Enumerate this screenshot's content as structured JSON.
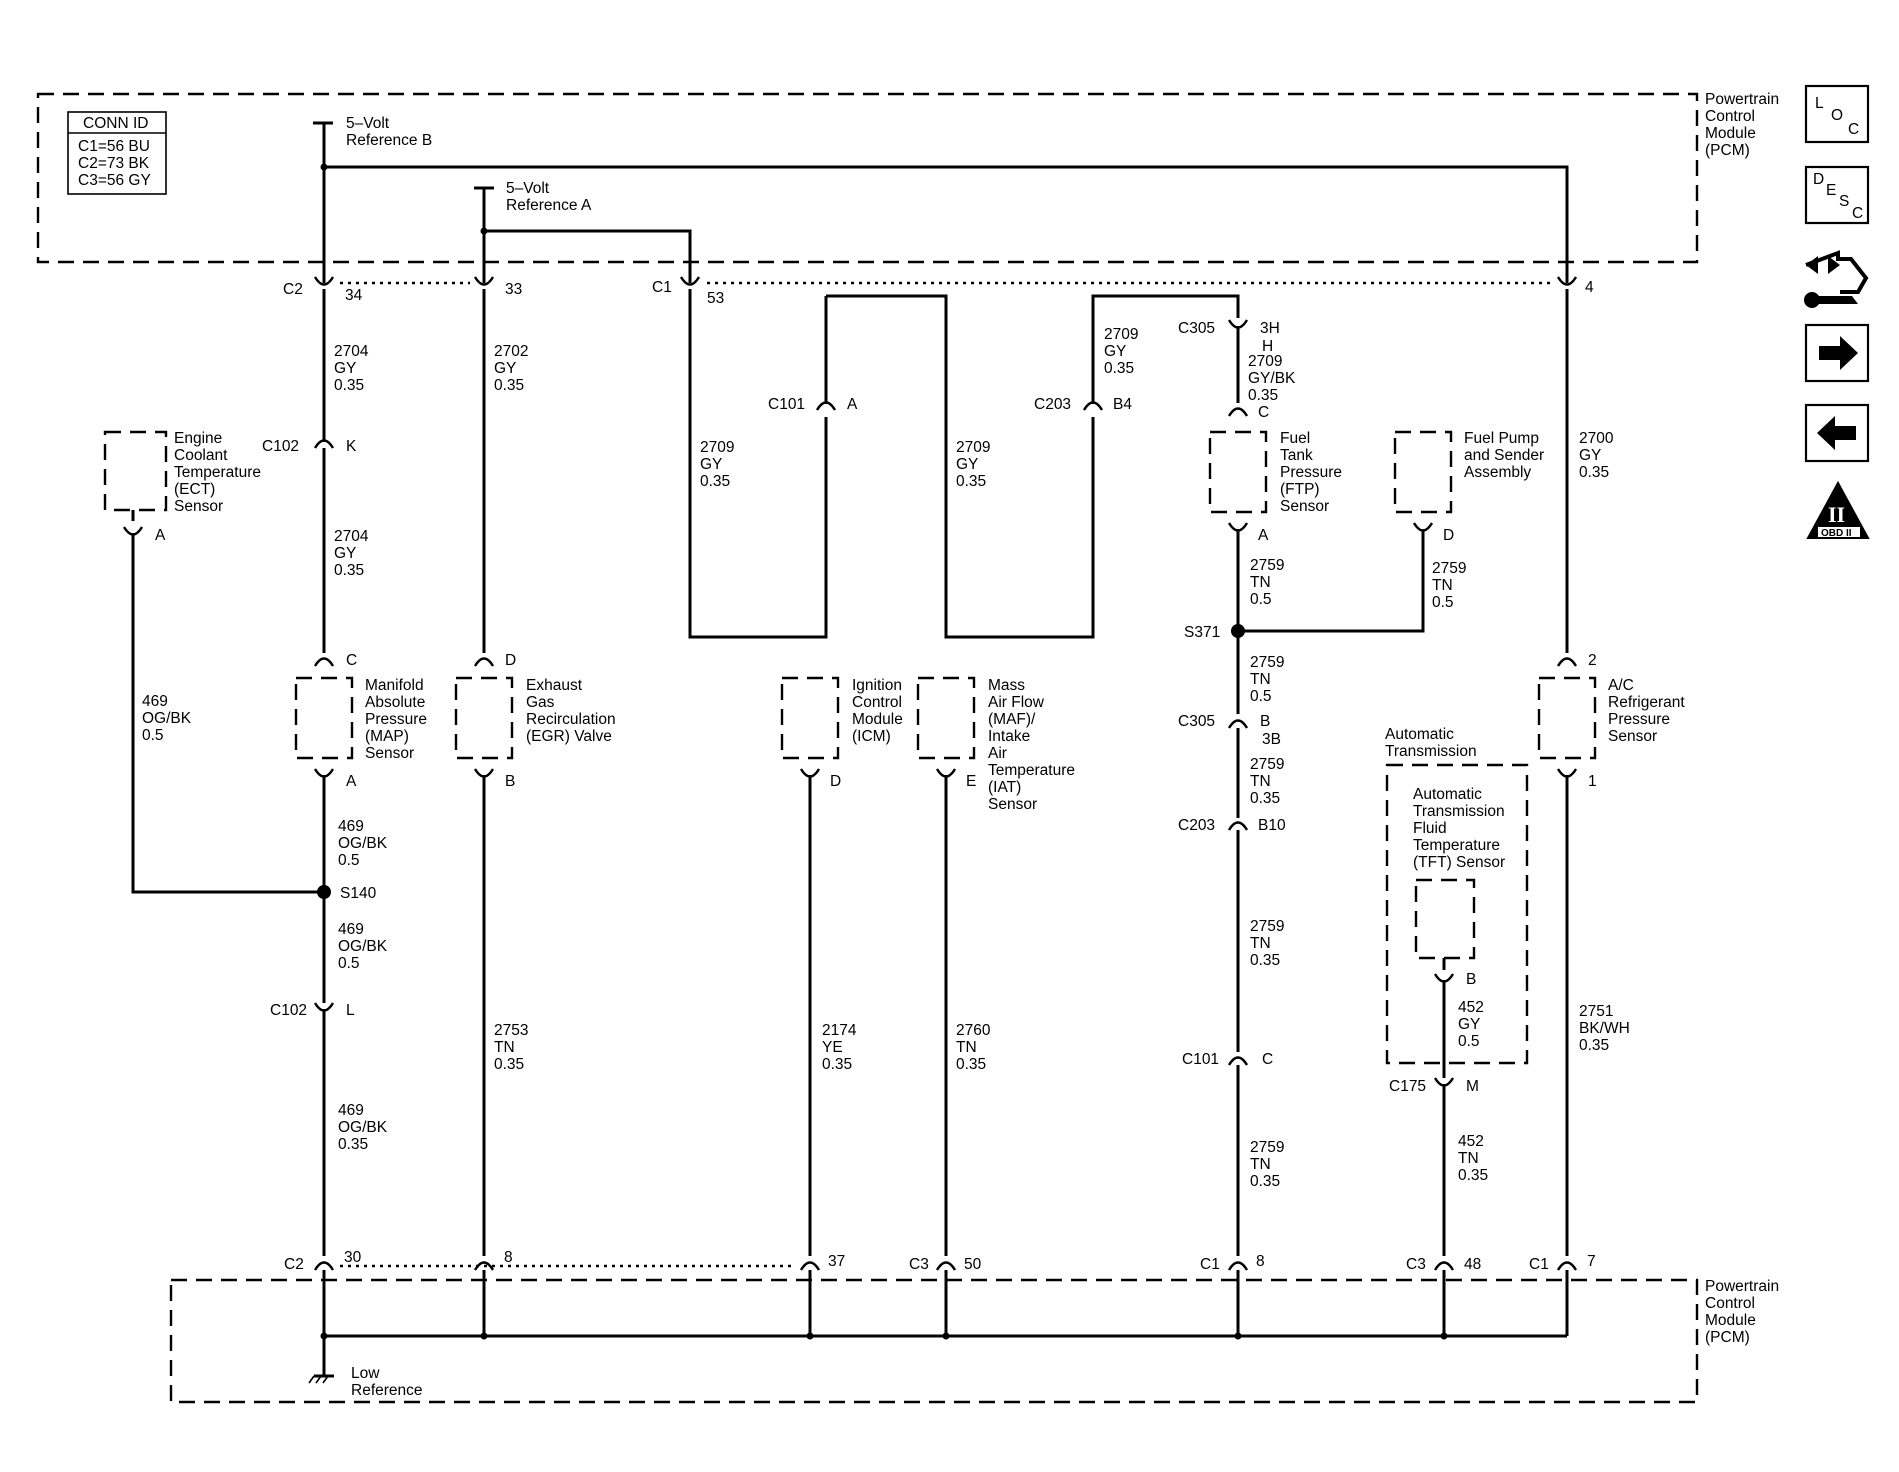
{
  "pcm_top": {
    "label": "Powertrain Control Module (PCM)"
  },
  "pcm_bottom": {
    "label": "Powertrain Control Module (PCM)"
  },
  "conn_id": {
    "title": "CONN ID",
    "rows": [
      "C1=56 BU",
      "C2=73 BK",
      "C3=56 GY"
    ]
  },
  "refs": {
    "ref_b": "5–Volt Reference B",
    "ref_a": "5–Volt Reference A",
    "low_ref": "Low Reference"
  },
  "components": {
    "ect": "Engine Coolant Temperature (ECT) Sensor",
    "map": "Manifold Absolute Pressure (MAP) Sensor",
    "egr": "Exhaust Gas Recirculation (EGR) Valve",
    "icm": "Ignition Control Module (ICM)",
    "maf": "Mass Air Flow (MAF)/ Intake Air Temperature (IAT) Sensor",
    "ftp": "Fuel Tank Pressure (FTP) Sensor",
    "fuel_pump": "Fuel Pump and Sender Assembly",
    "ac": "A/C Refrigerant Pressure Sensor",
    "auto_trans": "Automatic Transmission",
    "tft": "Automatic Transmission Fluid Temperature (TFT) Sensor"
  },
  "connectors": {
    "top_c2": "C2",
    "top_c2_34": "34",
    "top_33": "33",
    "top_c1": "C1",
    "top_c1_53": "53",
    "top_4": "4",
    "c102_k": "C102",
    "pin_k": "K",
    "c102_l": "C102",
    "pin_l": "L",
    "pin_c_map": "C",
    "pin_a_map": "A",
    "pin_d_egr": "D",
    "pin_b_egr": "B",
    "pin_a_ect": "A",
    "c101_a": "C101",
    "pin_c101_a": "A",
    "c203_b4": "C203",
    "pin_b4": "B4",
    "c305_top": "C305",
    "pin_3h": "3H",
    "pin_h": "H",
    "pin_c_ftp": "C",
    "pin_a_ftp": "A",
    "pin_d_fp": "D",
    "splice_s371": "S371",
    "splice_s140": "S140",
    "c305_b": "C305",
    "pin_b": "B",
    "pin_3b": "3B",
    "c203_b10": "C203",
    "pin_b10": "B10",
    "c101_c": "C101",
    "pin_c101_c": "C",
    "pin_2_ac": "2",
    "pin_1_ac": "1",
    "pin_d_icm": "D",
    "pin_e_maf": "E",
    "pin_b_tft": "B",
    "c175": "C175",
    "pin_m": "M",
    "bot_c2": "C2",
    "bot_30": "30",
    "bot_8": "8",
    "bot_37": "37",
    "bot_c3_50": "C3",
    "bot_50": "50",
    "bot_c1_8": "C1",
    "bot_8b": "8",
    "bot_c3_48": "C3",
    "bot_48": "48",
    "bot_c1_7": "C1",
    "bot_7": "7"
  },
  "wires": [
    {
      "id": "w1",
      "circuit": "2704",
      "color": "GY",
      "size": "0.35"
    },
    {
      "id": "w2",
      "circuit": "2704",
      "color": "GY",
      "size": "0.35"
    },
    {
      "id": "w3",
      "circuit": "2702",
      "color": "GY",
      "size": "0.35"
    },
    {
      "id": "w4",
      "circuit": "469",
      "color": "OG/BK",
      "size": "0.5"
    },
    {
      "id": "w5",
      "circuit": "469",
      "color": "OG/BK",
      "size": "0.5"
    },
    {
      "id": "w6",
      "circuit": "469",
      "color": "OG/BK",
      "size": "0.5"
    },
    {
      "id": "w7",
      "circuit": "469",
      "color": "OG/BK",
      "size": "0.35"
    },
    {
      "id": "w8",
      "circuit": "2753",
      "color": "TN",
      "size": "0.35"
    },
    {
      "id": "w9",
      "circuit": "2709",
      "color": "GY",
      "size": "0.35"
    },
    {
      "id": "w10",
      "circuit": "2709",
      "color": "GY",
      "size": "0.35"
    },
    {
      "id": "w11",
      "circuit": "2709",
      "color": "GY",
      "size": "0.35"
    },
    {
      "id": "w12",
      "circuit": "2709",
      "color": "GY/BK",
      "size": "0.35"
    },
    {
      "id": "w13",
      "circuit": "2759",
      "color": "TN",
      "size": "0.5"
    },
    {
      "id": "w14",
      "circuit": "2759",
      "color": "TN",
      "size": "0.5"
    },
    {
      "id": "w15",
      "circuit": "2759",
      "color": "TN",
      "size": "0.5"
    },
    {
      "id": "w16",
      "circuit": "2759",
      "color": "TN",
      "size": "0.35"
    },
    {
      "id": "w17",
      "circuit": "2759",
      "color": "TN",
      "size": "0.35"
    },
    {
      "id": "w18",
      "circuit": "2759",
      "color": "TN",
      "size": "0.35"
    },
    {
      "id": "w19",
      "circuit": "2174",
      "color": "YE",
      "size": "0.35"
    },
    {
      "id": "w20",
      "circuit": "2760",
      "color": "TN",
      "size": "0.35"
    },
    {
      "id": "w21",
      "circuit": "2700",
      "color": "GY",
      "size": "0.35"
    },
    {
      "id": "w22",
      "circuit": "2751",
      "color": "BK/WH",
      "size": "0.35"
    },
    {
      "id": "w23",
      "circuit": "452",
      "color": "GY",
      "size": "0.5"
    },
    {
      "id": "w24",
      "circuit": "452",
      "color": "TN",
      "size": "0.35"
    }
  ],
  "nav": {
    "loc": {
      "l1": "L",
      "l2": "O",
      "l3": "C"
    },
    "desc": {
      "l1": "D",
      "l2": "E",
      "l3": "S",
      "l4": "C"
    },
    "obd": {
      "numeral": "II",
      "label": "OBD II"
    }
  }
}
